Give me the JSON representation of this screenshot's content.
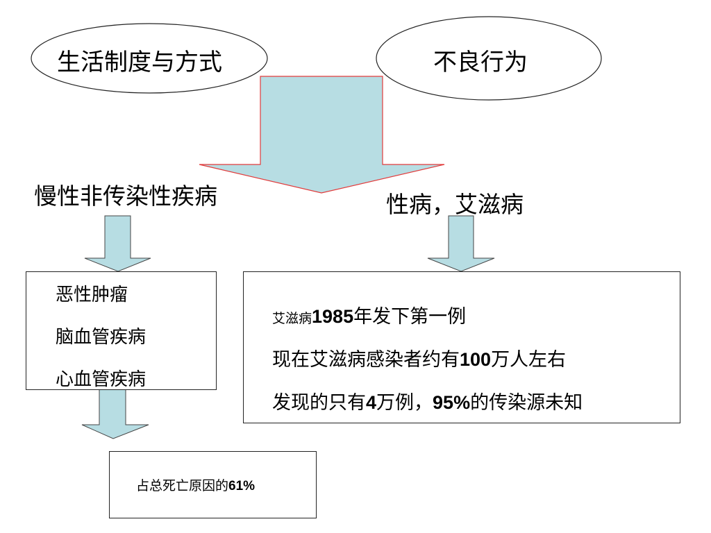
{
  "ovals": {
    "left": "生活制度与方式",
    "right": "不良行为"
  },
  "headings": {
    "chronic": "慢性非传染性疾病",
    "std": "性病，艾滋病"
  },
  "chronic_list": [
    "恶性肿瘤",
    "脑血管疾病",
    "心血管疾病"
  ],
  "aids_info": {
    "line1_prefix": "艾滋病",
    "line1_year": "1985",
    "line1_suffix": "年发下第一例",
    "line2_prefix": "现在艾滋病感染者约有",
    "line2_number": "100",
    "line2_suffix": "万人左右",
    "line3_prefix": "发现的只有",
    "line3_number": "4",
    "line3_mid": "万例，",
    "line3_percent": "95%",
    "line3_suffix": "的传染源未知"
  },
  "death_share": {
    "prefix": "占总死亡原因的",
    "value": "61%"
  },
  "colors": {
    "arrow_fill": "#b7dde3",
    "big_arrow_stroke": "#e23b3b",
    "small_arrow_stroke": "#444444"
  }
}
